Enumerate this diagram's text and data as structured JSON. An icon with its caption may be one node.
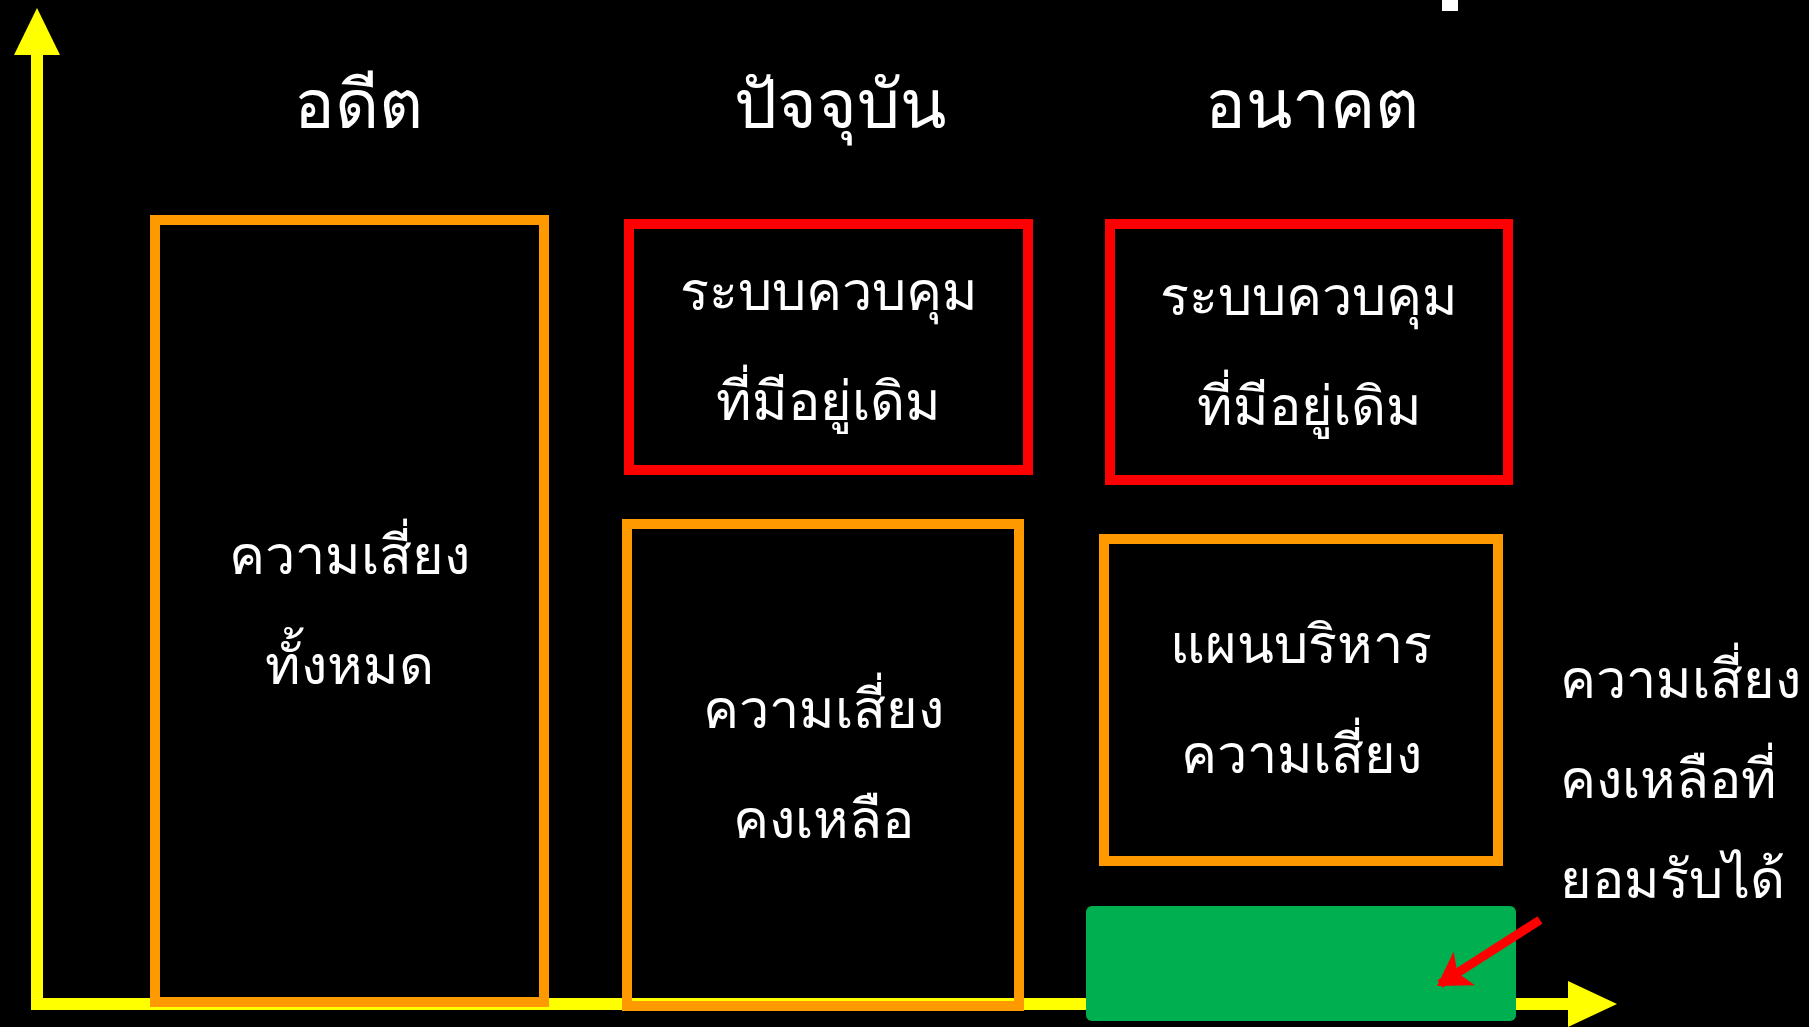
{
  "diagram": {
    "nodes": [
      {
        "text": [
          "ความเสี่ยงทั้งหมด"
        ]
      },
      {
        "text": [
          "ระบบควบคุมที่มีอยู่เดิม"
        ]
      },
      {
        "text": [
          "ความเสี่ยงคงเหลือ"
        ]
      },
      {
        "text": [
          "ระบบควบคุมที่มีอยู่เดิม"
        ]
      },
      {
        "text": [
          "แผนบริหารความเสี่ยง"
        ]
      },
      {
        "text": [],
        "shape": "bar"
      },
      {
        "text": [
          "ความเสี่ยงคงเหลือที่ยอมรับได้"
        ]
      }
    ],
    "edges": [
      {
        "from": 6,
        "to": 5,
        "arrow": "to"
      }
    ],
    "labels": [
      "อดีต",
      "ปัจจุบัน",
      "อนาคต"
    ]
  }
}
